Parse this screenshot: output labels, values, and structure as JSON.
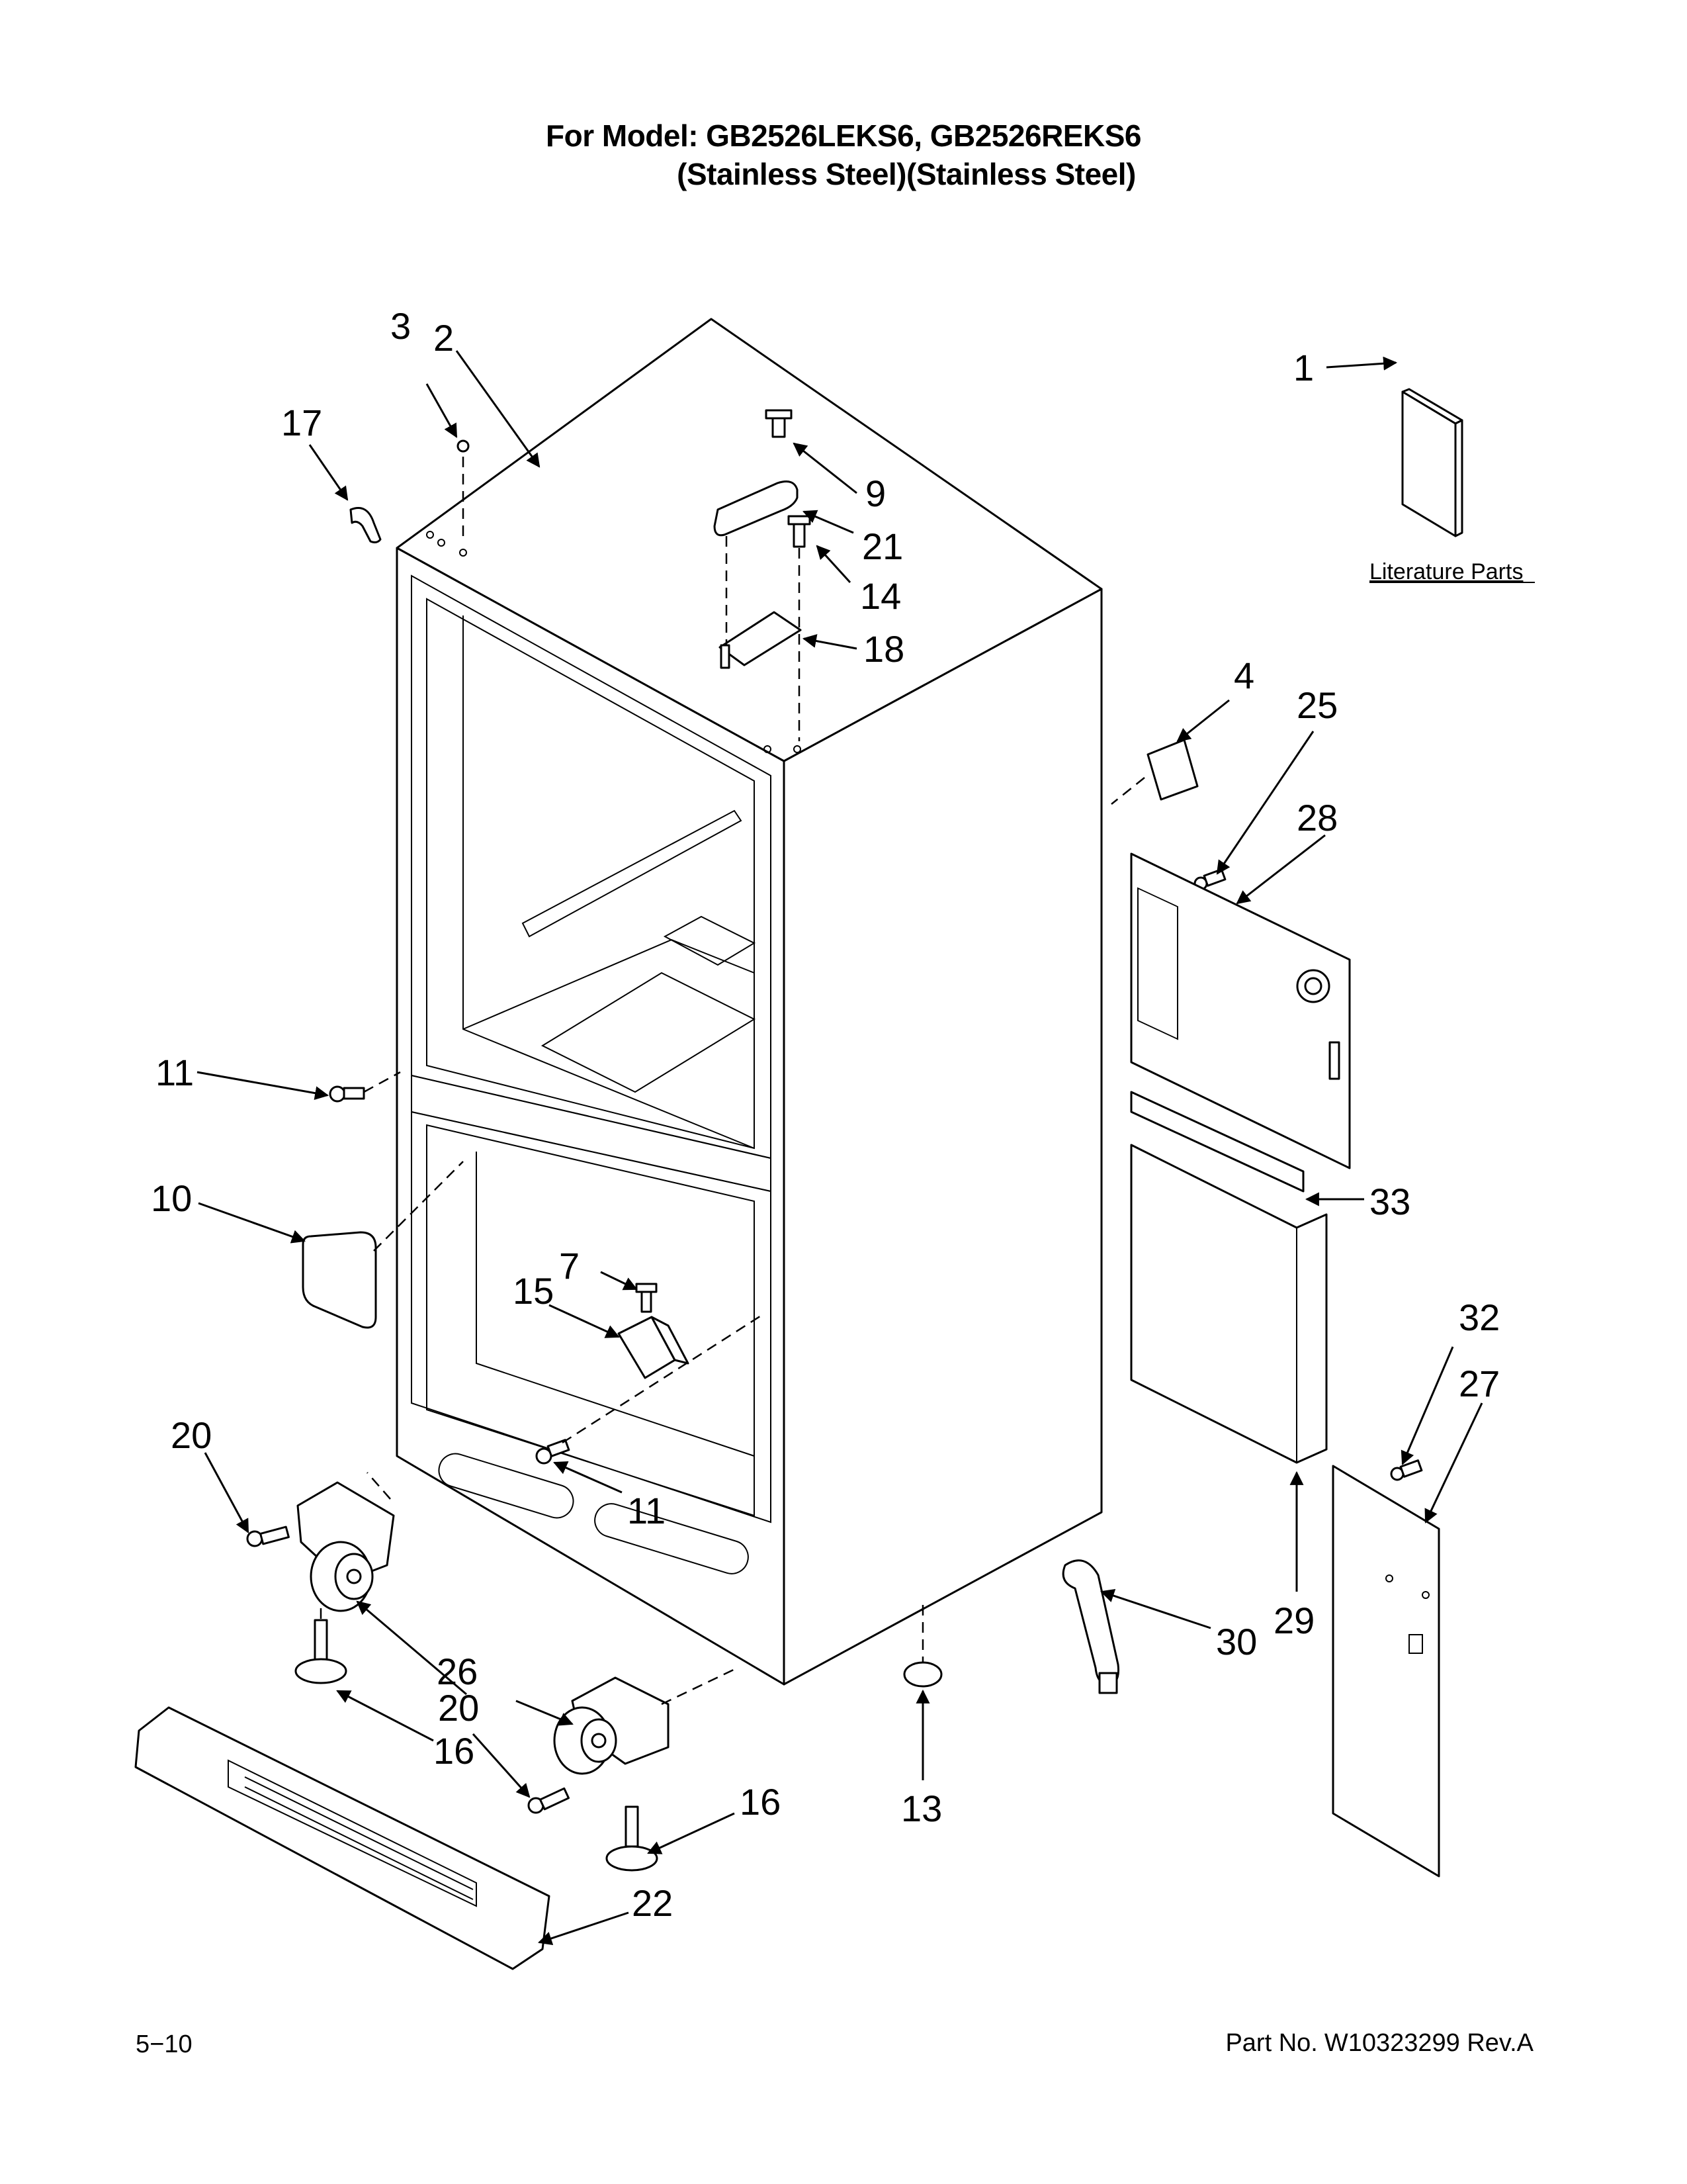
{
  "header": {
    "model_label": "For Model:",
    "models": "GB2526LEKS6, GB2526REKS6",
    "finish": "(Stainless Steel)(Stainless Steel)"
  },
  "literature_label": "Literature Parts",
  "footer": {
    "left": "5−10",
    "part_label": "Part No.",
    "part_number": "W10323299 Rev.A"
  },
  "callouts": [
    "1",
    "2",
    "3",
    "4",
    "7",
    "9",
    "10",
    "11",
    "11",
    "13",
    "14",
    "15",
    "16",
    "16",
    "17",
    "18",
    "20",
    "20",
    "21",
    "22",
    "25",
    "26",
    "27",
    "28",
    "29",
    "30",
    "32",
    "33"
  ]
}
